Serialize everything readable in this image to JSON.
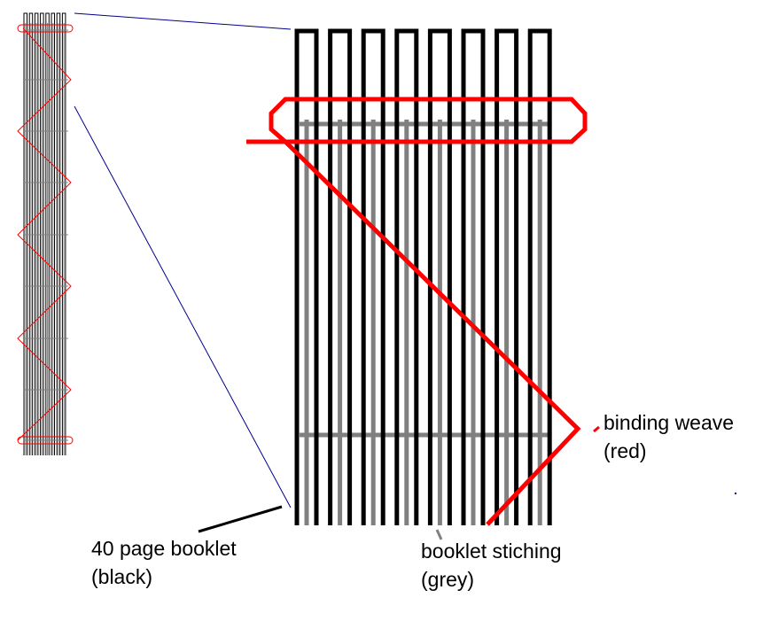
{
  "labels": {
    "binding": {
      "line1": "binding weave",
      "line2": "(red)"
    },
    "booklet": {
      "line1": "40 page booklet",
      "line2": "(black)"
    },
    "stitching": {
      "line1": "booklet stiching",
      "line2": "(grey)"
    }
  },
  "colors": {
    "booklet": "#000000",
    "stitching": "#808080",
    "weave": "#ff0000",
    "zoom_lines": "#00008b",
    "background": "#ffffff"
  },
  "booklet_count": 8
}
